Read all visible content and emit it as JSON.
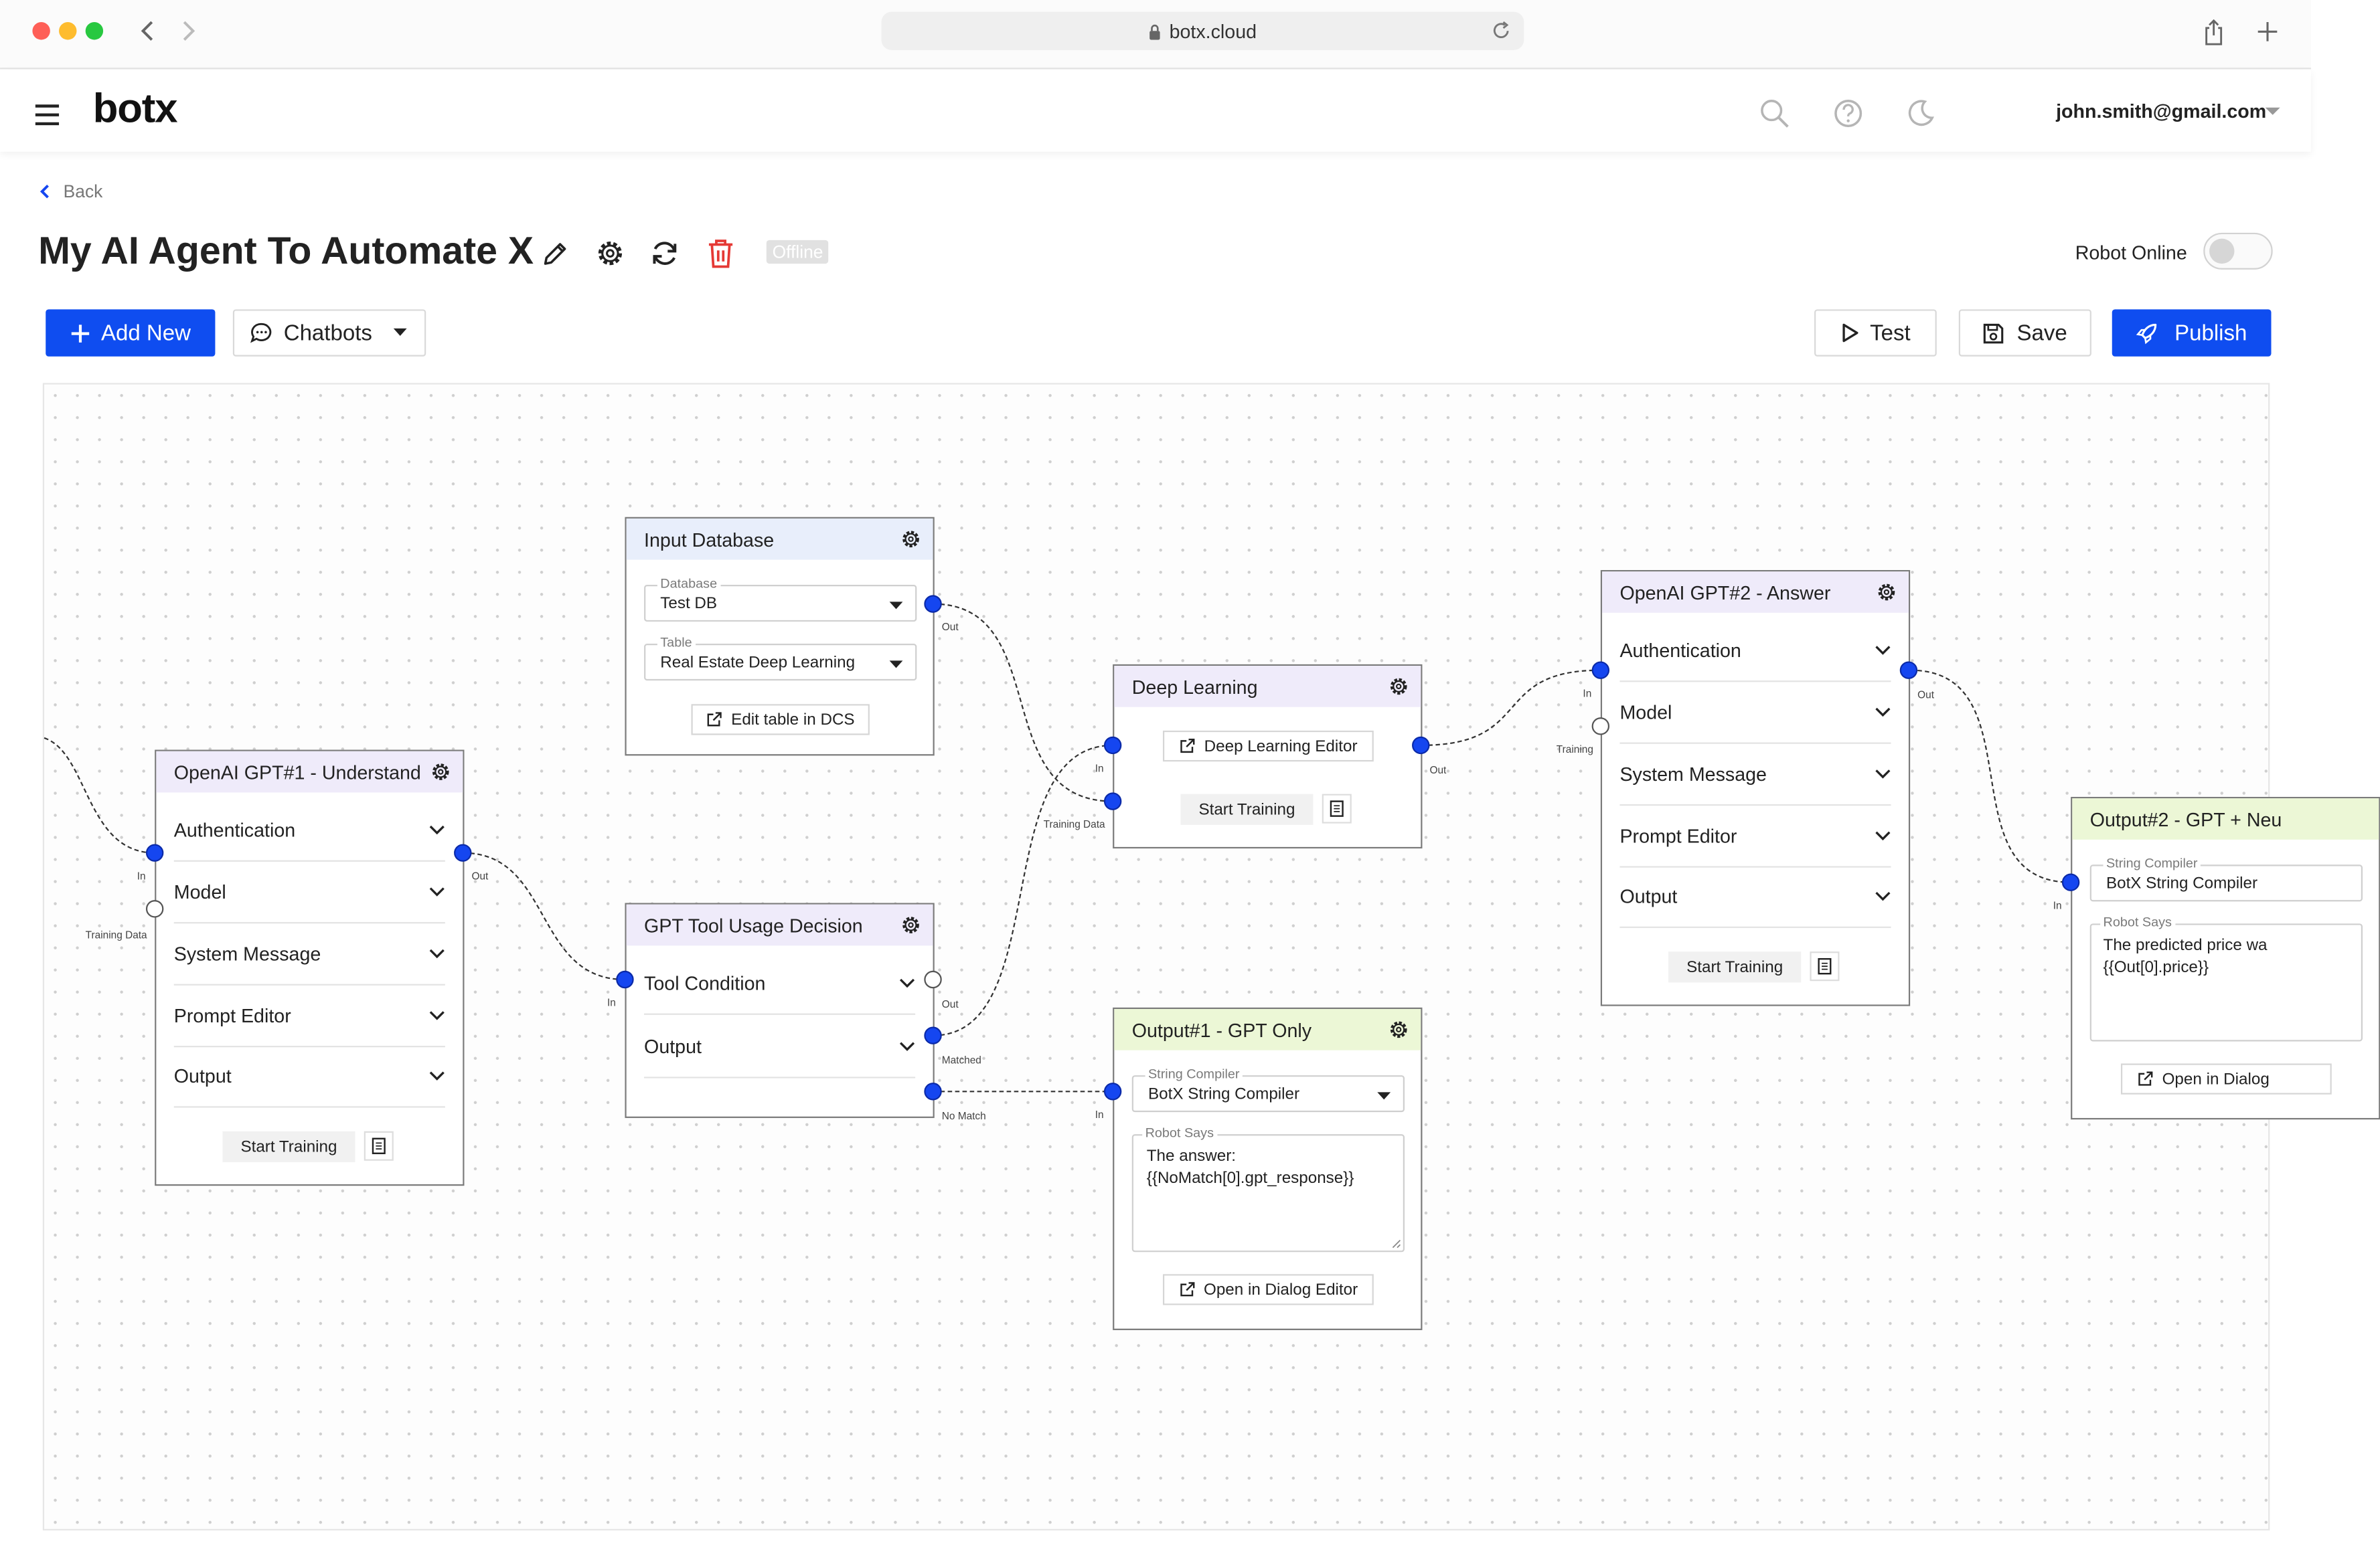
{
  "browser": {
    "url": "botx.cloud"
  },
  "app": {
    "logo": "botx",
    "user_email": "john.smith@gmail.com"
  },
  "page": {
    "back_label": "Back",
    "title": "My AI Agent To Automate X",
    "status_badge": "Offline",
    "robot_online_label": "Robot Online",
    "robot_online": false
  },
  "toolbar": {
    "add_new": "Add New",
    "chatbots": "Chatbots",
    "test": "Test",
    "save": "Save",
    "publish": "Publish"
  },
  "colors": {
    "primary": "#0f4df0",
    "port_active": "#1546f0",
    "delete_icon": "#e53935"
  },
  "nodes": {
    "gpt1": {
      "title": "OpenAI GPT#1 - Understand",
      "sections": [
        "Authentication",
        "Model",
        "System Message",
        "Prompt Editor",
        "Output"
      ],
      "start_training": "Start Training",
      "ports": {
        "in": "In",
        "training": "Training Data",
        "out": "Out"
      }
    },
    "input_db": {
      "title": "Input Database",
      "database_label": "Database",
      "database_value": "Test DB",
      "table_label": "Table",
      "table_value": "Real Estate Deep Learning",
      "edit_button": "Edit table in DCS",
      "ports": {
        "out": "Out"
      }
    },
    "tool_decision": {
      "title": "GPT Tool Usage Decision",
      "sections": [
        "Tool Condition",
        "Output"
      ],
      "ports": {
        "in": "In",
        "out": "Out",
        "matched": "Matched",
        "no_match": "No Match"
      }
    },
    "deep_learning": {
      "title": "Deep Learning",
      "editor_button": "Deep Learning Editor",
      "start_training": "Start Training",
      "ports": {
        "in": "In",
        "training": "Training Data",
        "out": "Out"
      }
    },
    "output1": {
      "title": "Output#1 - GPT Only",
      "compiler_label": "String Compiler",
      "compiler_value": "BotX String Compiler",
      "robot_says_label": "Robot Says",
      "robot_says_line1": "The answer:",
      "robot_says_line2": "{{NoMatch[0].gpt_response}}",
      "open_button": "Open in Dialog Editor",
      "ports": {
        "in": "In"
      }
    },
    "gpt2": {
      "title": "OpenAI GPT#2 - Answer",
      "sections": [
        "Authentication",
        "Model",
        "System Message",
        "Prompt Editor",
        "Output"
      ],
      "start_training": "Start Training",
      "ports": {
        "in": "In",
        "training": "Training",
        "out": "Out"
      }
    },
    "output2": {
      "title": "Output#2 - GPT + Neu",
      "compiler_label": "String Compiler",
      "compiler_value": "BotX String Compiler",
      "robot_says_label": "Robot Says",
      "robot_says_line1": "The predicted price wa",
      "robot_says_line2": "{{Out[0].price}}",
      "open_button": "Open in Dialog",
      "ports": {
        "in": "In"
      }
    }
  }
}
